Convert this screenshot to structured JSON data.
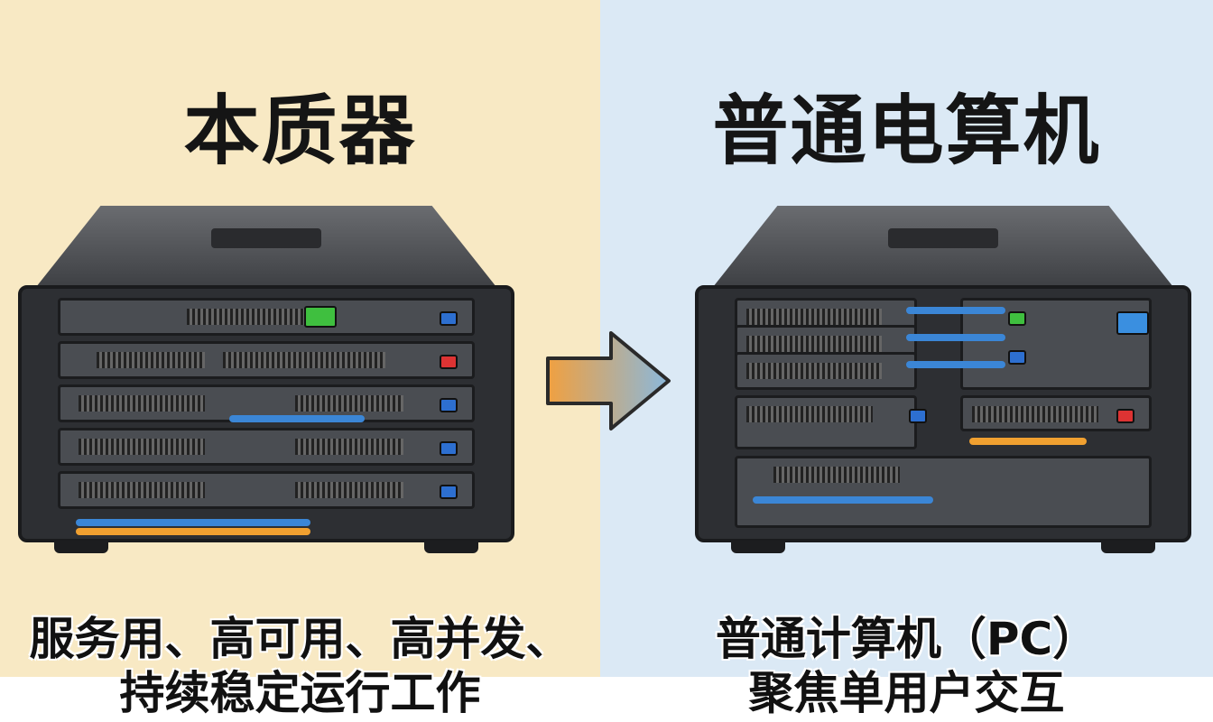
{
  "left": {
    "title": "本质器",
    "caption_line1": "服务用、高可用、高并发、",
    "caption_line2": "持续稳定运行工作",
    "background": "#f8e9c4"
  },
  "right": {
    "title": "普通电算机",
    "caption_line1": "普通计算机（PC）",
    "caption_line2": "聚焦单用户交互",
    "background": "#dbe9f5"
  },
  "arrow": {
    "icon": "arrow-right-icon",
    "colors": [
      "#f0a040",
      "#8ab8dc"
    ]
  }
}
